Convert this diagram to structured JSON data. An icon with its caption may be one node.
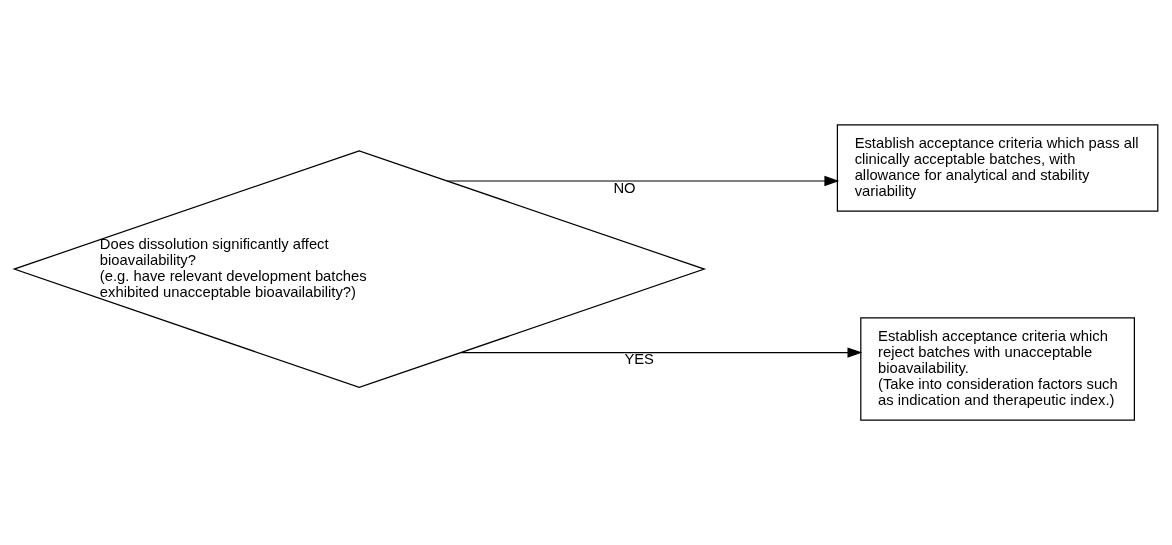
{
  "diagram": {
    "nodes": [
      {
        "text": [
          "Does dissolution significantly affect bioavailability?",
          "(e.g. have relevant development batches exhibited unacceptable bioavailability?)"
        ]
      },
      {
        "text": [
          "Establish acceptance criteria which pass all clinically acceptable batches, with allowance for analytical and stability variability"
        ]
      },
      {
        "text": [
          "Establish acceptance criteria which reject batches with unacceptable bioavailability.",
          "(Take into consideration factors such as indication and therapeutic index.)"
        ]
      }
    ],
    "edges": [
      {
        "from": 0,
        "to": 1,
        "arrow": "to",
        "label": "NO"
      },
      {
        "from": 0,
        "to": 2,
        "arrow": "to",
        "label": "YES"
      }
    ]
  }
}
